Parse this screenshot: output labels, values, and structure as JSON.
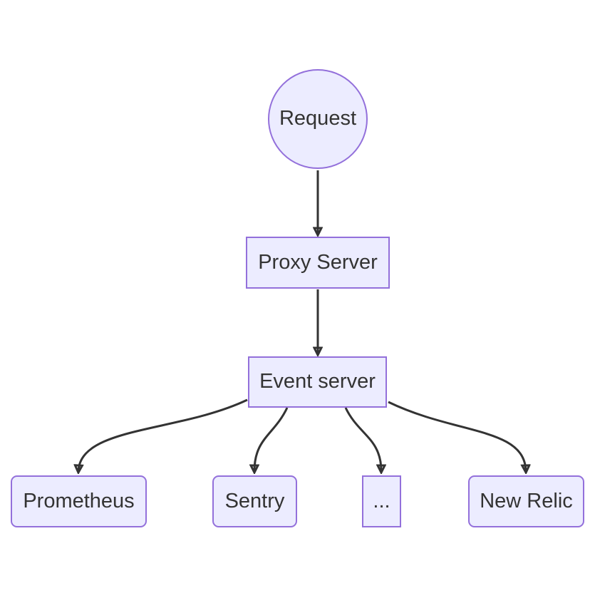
{
  "diagram": {
    "type": "flowchart",
    "direction": "top-down",
    "nodes": {
      "request": {
        "label": "Request",
        "shape": "circle"
      },
      "proxy": {
        "label": "Proxy Server",
        "shape": "rect"
      },
      "event": {
        "label": "Event server",
        "shape": "rect"
      },
      "prometheus": {
        "label": "Prometheus",
        "shape": "rounded"
      },
      "sentry": {
        "label": "Sentry",
        "shape": "rounded"
      },
      "ellipsis": {
        "label": "...",
        "shape": "rect"
      },
      "newrelic": {
        "label": "New Relic",
        "shape": "rounded"
      }
    },
    "edges": [
      {
        "from": "request",
        "to": "proxy"
      },
      {
        "from": "proxy",
        "to": "event"
      },
      {
        "from": "event",
        "to": "prometheus"
      },
      {
        "from": "event",
        "to": "sentry"
      },
      {
        "from": "event",
        "to": "ellipsis"
      },
      {
        "from": "event",
        "to": "newrelic"
      }
    ],
    "colors": {
      "node_fill": "#ECECFF",
      "node_border": "#9370DB",
      "edge": "#333333",
      "text": "#333333",
      "background": "#FFFFFF"
    }
  }
}
